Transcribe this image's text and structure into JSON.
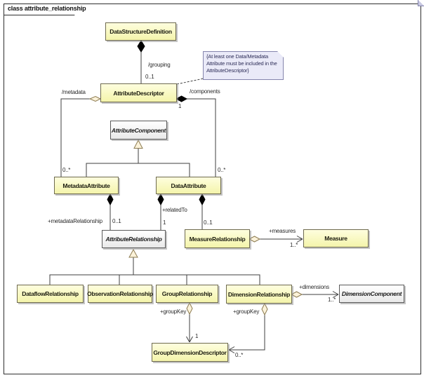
{
  "frame": {
    "title": "class attribute_relationship"
  },
  "colors": {
    "class_fill": "#F7F7B4",
    "class_border": "#6E6A4F",
    "abstract_fill": "#FFFFFF",
    "note_fill": "#EAEAF8",
    "note_border": "#8585AD",
    "line": "#3F3F3F",
    "diamond_open_fill": "#FBF2D9",
    "diamond_filled": "#000000"
  },
  "classes": {
    "dsd": {
      "label": "DataStructureDefinition"
    },
    "ad": {
      "label": "AttributeDescriptor"
    },
    "ac": {
      "label": "AttributeComponent"
    },
    "ma": {
      "label": "MetadataAttribute"
    },
    "da": {
      "label": "DataAttribute"
    },
    "ar": {
      "label": "AttributeRelationship"
    },
    "mr": {
      "label": "MeasureRelationship"
    },
    "measure": {
      "label": "Measure"
    },
    "dfr": {
      "label": "DataflowRelationship"
    },
    "obr": {
      "label": "ObservationRelationship"
    },
    "gr": {
      "label": "GroupRelationship"
    },
    "dr": {
      "label": "DimensionRelationship"
    },
    "dc": {
      "label": "DimensionComponent"
    },
    "gdd": {
      "label": "GroupDimensionDescriptor"
    }
  },
  "note": {
    "text": "{At least one Data/Metadata Attribute must be included in the AttributeDescriptor}"
  },
  "labels": {
    "grouping": "/grouping",
    "grouping_card": "0..1",
    "metadata": "/metadata",
    "metadata_card": "0..*",
    "components": "/components",
    "components_card": "1",
    "data_card": "0..*",
    "metadata_rel": "+metadataRelationship",
    "metadata_rel_card": "0..1",
    "related_to": "+relatedTo",
    "related_to_card": "1",
    "measure_rel_card": "0..1",
    "measures": "+measures",
    "measures_card": "1..*",
    "group_key_left": "+groupKey",
    "group_key_left_card": "1",
    "group_key_right": "+groupKey",
    "group_dim_card": "0..*",
    "dimensions": "+dimensions",
    "dimensions_card": "1..*"
  }
}
